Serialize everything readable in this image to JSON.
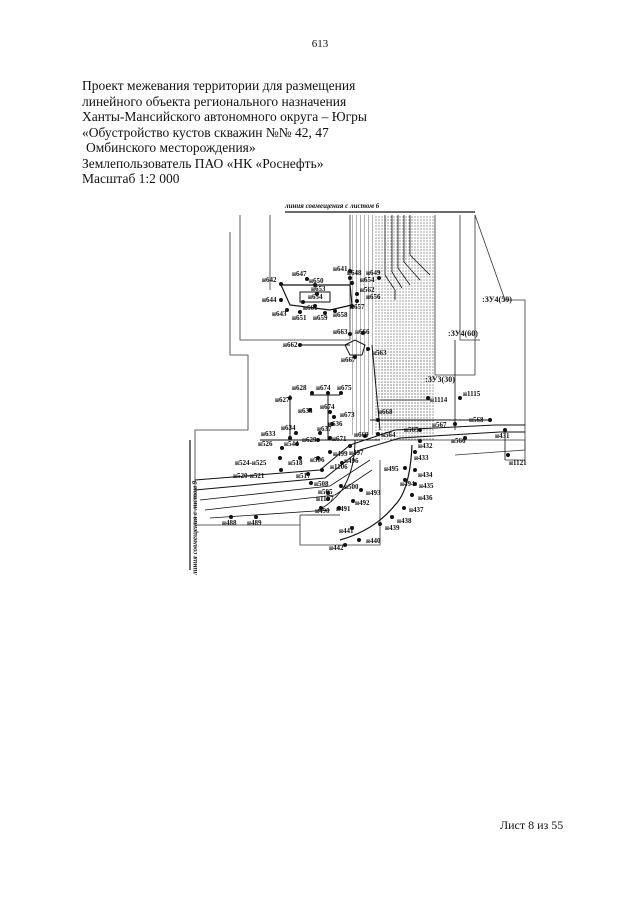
{
  "page_number": "613",
  "header": {
    "lines": [
      "Проект межевания территории для размещения",
      "линейного объекта регионального назначения",
      "Ханты-Мансийского автономного округа – Югры",
      "«Обустройство кустов скважин №№ 42, 47",
      " Омбинского месторождения»",
      "Землепользователь ПАО «НК «Роснефть»",
      "Масштаб 1:2 000"
    ]
  },
  "map": {
    "top_line_label": "линия совмещения с листом 6",
    "left_line_label": "линия совмещения с листом 9",
    "zones": [
      ":ЗУ4(59)",
      ":ЗУ4(60)",
      ":ЗУ3(30)"
    ],
    "points": [
      "н642",
      "н647",
      "н650",
      "н641",
      "н648",
      "н649",
      "н653",
      "н654",
      "н562",
      "н644",
      "н654",
      "н656",
      "н643",
      "н651",
      "н659",
      "н658",
      "н657",
      "н661",
      "н663",
      "н666",
      "н662",
      "н563",
      "н667",
      "н628",
      "н674",
      "н675",
      "н627",
      "н635",
      "н674",
      "н673",
      "н636",
      "н633",
      "н634",
      "н637",
      "н526",
      "н544",
      "н629",
      "н671",
      "н669",
      "н564",
      "н565",
      "н567",
      "н568",
      "н432",
      "н566",
      "н431",
      "н524-н525",
      "н518",
      "н506",
      "н499",
      "н497",
      "н1121",
      "н520-н521",
      "н517",
      "н1106",
      "н496",
      "н495",
      "н433",
      "н508",
      "н494",
      "н434",
      "н505",
      "н500",
      "н1107",
      "н493",
      "н435",
      "н490",
      "н491",
      "н492",
      "н436",
      "н488",
      "н489",
      "н437",
      "н441",
      "н438",
      "н439",
      "н442",
      "н440",
      "н668",
      "н1114",
      "н1115"
    ],
    "colors": {
      "line": "#111111",
      "hatch": "#555555"
    }
  },
  "footer": {
    "sheet": "Лист 8 из 55"
  }
}
